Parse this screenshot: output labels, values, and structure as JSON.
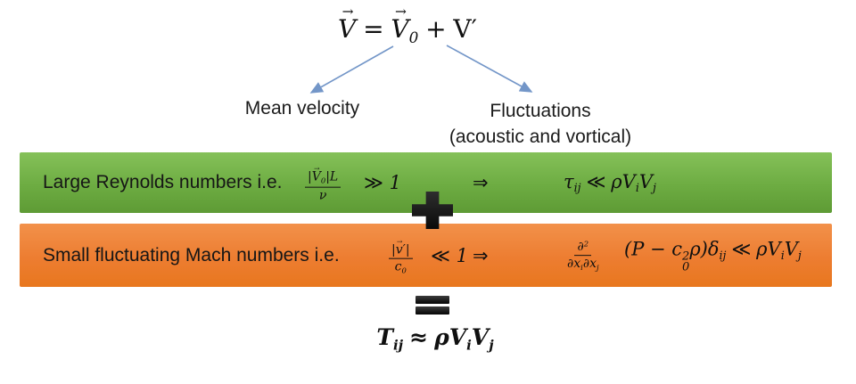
{
  "colors": {
    "green_top": "#85C159",
    "green_mid": "#6DAC42",
    "green_bottom": "#5E9B35",
    "orange_top": "#F2914A",
    "orange_mid": "#ED7D31",
    "orange_bottom": "#E8771E",
    "arrow": "#7396C8",
    "symbol_black": "#101010"
  },
  "symbols": {
    "vec_arrow": "→"
  },
  "top_equation": {
    "lhs": "V",
    "equals": "=",
    "mean_base": "V",
    "mean_sub": "0",
    "plus": "+",
    "fluct": "V′"
  },
  "branch_labels": {
    "left": "Mean velocity",
    "right_line1": "Fluctuations",
    "right_line2": "(acoustic and vortical)"
  },
  "green_bar": {
    "label": "Large Reynolds numbers i.e.",
    "fraction": {
      "num_open": "|",
      "num_base": "V",
      "num_sub": "0",
      "num_close": "|",
      "num_factor": "L",
      "den": "ν"
    },
    "relation": "≫",
    "one": "1",
    "implies": "⇒",
    "consequence": {
      "tau": "τ",
      "tau_sub": "ij",
      "rel": "≪",
      "rho_v": "ρV",
      "sub_i": "i",
      "v": "V",
      "sub_j": "j"
    }
  },
  "orange_bar": {
    "label": "Small fluctuating Mach numbers i.e.",
    "fraction": {
      "num_open": "|",
      "num_base": "v",
      "num_prime": "′",
      "num_close": "|",
      "den_base": "c",
      "den_sub": "0"
    },
    "relation": "≪",
    "one": "1",
    "implies": "⇒",
    "derivative_fraction": {
      "num_base": "∂",
      "num_sup": "2",
      "den_d1": "∂x",
      "den_sub1": "i",
      "den_d2": "∂x",
      "den_sub2": "j"
    },
    "consequence": {
      "open": "(P − c",
      "c_sup": "2",
      "c_sub": "0",
      "mid": "ρ)δ",
      "delta_sub": "ij",
      "rel": "≪",
      "rho_v": "ρV",
      "sub_i": "i",
      "v": "V",
      "sub_j": "j"
    }
  },
  "result_equation": {
    "t": "T",
    "t_sub": "ij",
    "approx": "≈",
    "rho_v": "ρV",
    "sub_i": "i",
    "v": "V",
    "sub_j": "j"
  }
}
